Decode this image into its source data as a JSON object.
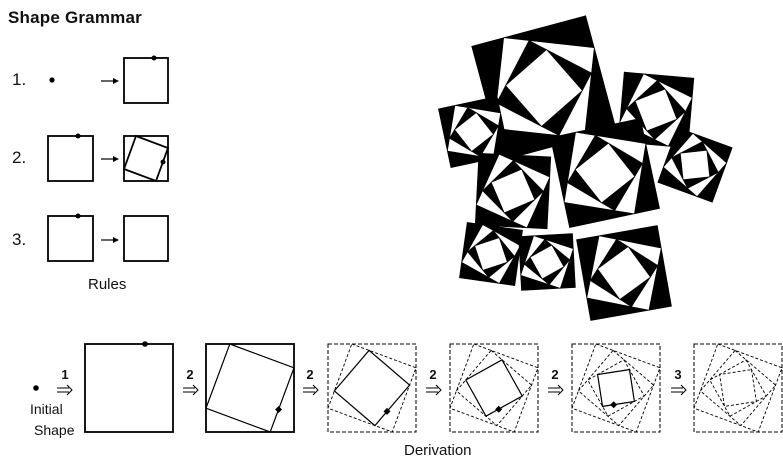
{
  "header": {
    "title": "Shape Grammar"
  },
  "rules": {
    "items": [
      {
        "number": "1."
      },
      {
        "number": "2."
      },
      {
        "number": "3."
      }
    ],
    "caption": "Rules"
  },
  "derivation": {
    "initial_label_line1": "Initial",
    "initial_label_line2": "Shape",
    "steps": [
      "1",
      "2",
      "2",
      "2",
      "2",
      "3"
    ],
    "caption": "Derivation"
  },
  "colors": {
    "ink": "#000000",
    "paper": "#ffffff"
  }
}
